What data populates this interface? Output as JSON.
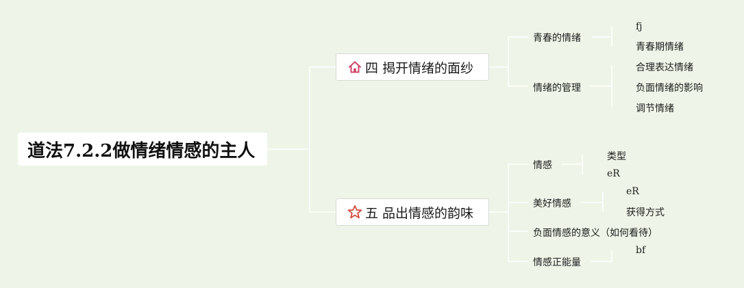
{
  "root": {
    "label": "道法7.2.2做情绪情感的主人"
  },
  "topics": [
    {
      "label": "四 揭开情绪的面纱",
      "icon": "home-icon",
      "icon_color": "#d0456a",
      "children": [
        {
          "label": "青春的情绪",
          "children": [
            "fj",
            "青春期情绪"
          ]
        },
        {
          "label": "情绪的管理",
          "children": [
            "合理表达情绪",
            "负面情绪的影响",
            "调节情绪"
          ]
        }
      ]
    },
    {
      "label": "五 品出情感的韵味",
      "icon": "star-icon",
      "icon_color": "#d24a3c",
      "children": [
        {
          "label": "情感",
          "children": [
            "类型",
            "eR"
          ]
        },
        {
          "label": "美好情感",
          "children": [
            "eR",
            "获得方式"
          ]
        },
        {
          "label": "负面情感的意义（如何看待）",
          "children": []
        },
        {
          "label": "情感正能量",
          "children": [
            "bf"
          ]
        }
      ]
    }
  ],
  "colors": {
    "background": "#eef5e8",
    "connector": "#ffffff",
    "node_border": "#d7dcd2"
  }
}
